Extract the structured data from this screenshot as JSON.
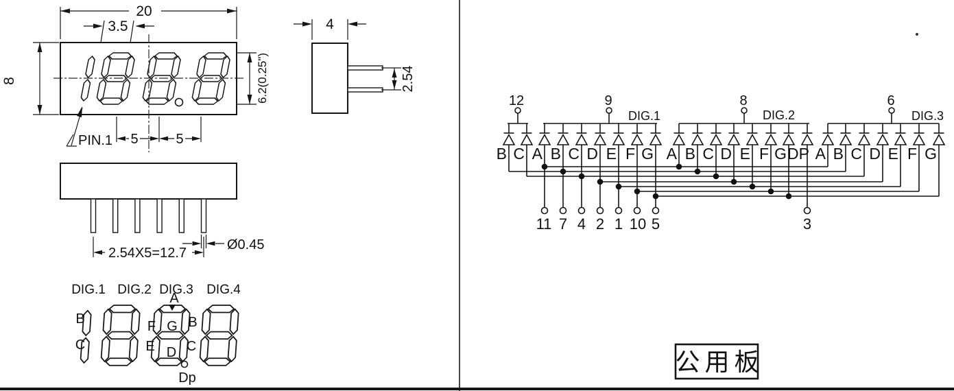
{
  "front_view": {
    "width_dim": "20",
    "digit_width_dim": "3.5",
    "height_dim": "8",
    "digit_height_dim": "6.2(0.25\")",
    "pin1_label": "PIN.1",
    "pitch_dims": [
      "5",
      "5"
    ]
  },
  "side_view": {
    "thickness_dim": "4",
    "pin_pitch_dim": "2.54"
  },
  "pin_view": {
    "pin_row_dim": "2.54X5=12.7",
    "pin_dia_dim": "Ø0.45"
  },
  "segment_view": {
    "digits": [
      "DIG.1",
      "DIG.2",
      "DIG.3",
      "DIG.4"
    ],
    "dig1_labels": [
      "B",
      "C"
    ],
    "dig3_labels": [
      "A",
      "F",
      "G",
      "B",
      "E",
      "D",
      "C",
      "Dp"
    ]
  },
  "circuit": {
    "common_pins": [
      {
        "number": "12",
        "dig": ""
      },
      {
        "number": "9",
        "dig": "DIG.1"
      },
      {
        "number": "8",
        "dig": "DIG.2"
      },
      {
        "number": "6",
        "dig": "DIG.3"
      }
    ],
    "groups": [
      {
        "segments": [
          "B",
          "C"
        ]
      },
      {
        "segments": [
          "A",
          "B",
          "C",
          "D",
          "E",
          "F",
          "G"
        ]
      },
      {
        "segments": [
          "A",
          "B",
          "C",
          "D",
          "E",
          "F",
          "G",
          "DP"
        ]
      },
      {
        "segments": [
          "A",
          "B",
          "C",
          "D",
          "E",
          "F",
          "G"
        ]
      }
    ],
    "segment_pins": [
      "11",
      "7",
      "4",
      "2",
      "1",
      "10",
      "5",
      "3"
    ]
  },
  "stamp": {
    "text": "公用板"
  }
}
